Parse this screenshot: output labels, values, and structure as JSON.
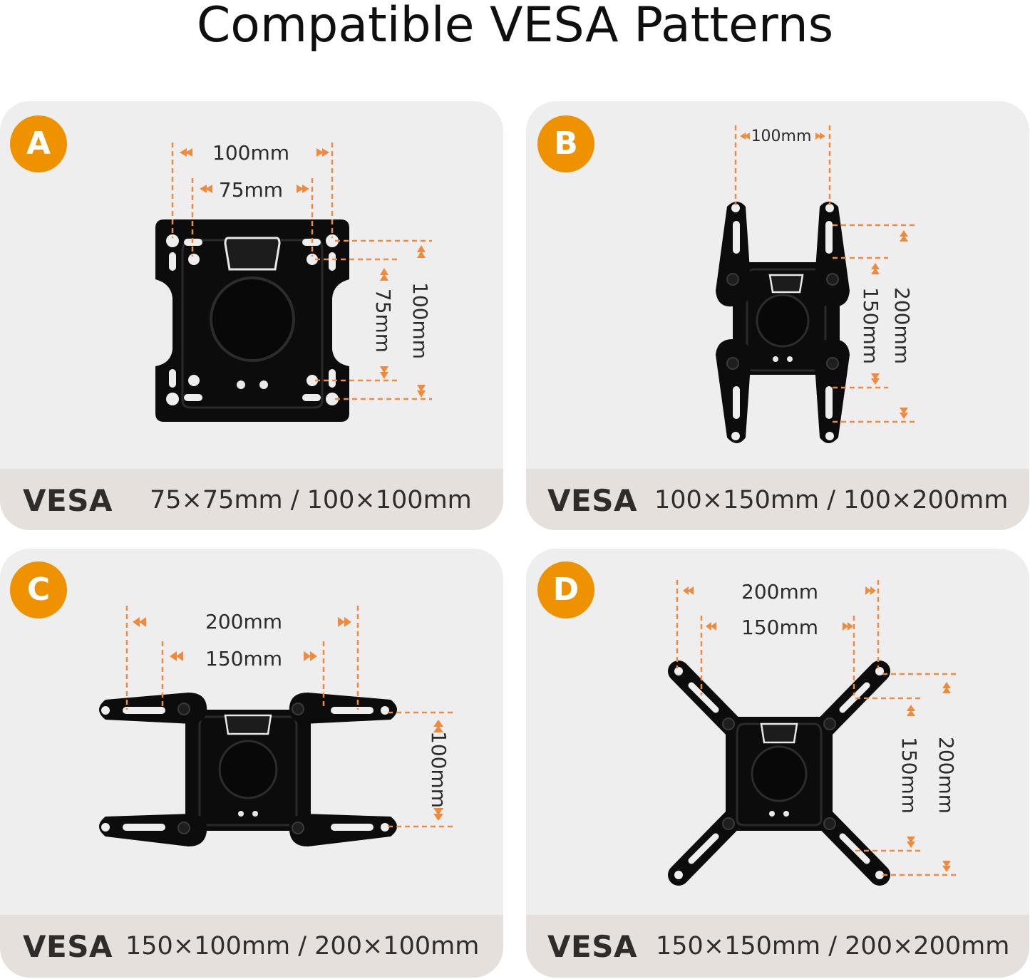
{
  "title": "Compatible VESA Patterns",
  "colors": {
    "accent": "#ee9200",
    "dimension_line": "#f08a3c",
    "mount": "#0c0c0c",
    "panel_bg": "#efeeee",
    "footer_bg": "#e6e0dc"
  },
  "panels": [
    {
      "badge": "A",
      "vesa_label": "VESA",
      "dims": "75×75mm / 100×100mm",
      "labels": {
        "w_outer": "100mm",
        "w_inner": "75mm",
        "h_inner": "75mm",
        "h_outer": "100mm"
      }
    },
    {
      "badge": "B",
      "vesa_label": "VESA",
      "dims": "100×150mm / 100×200mm",
      "labels": {
        "w": "100mm",
        "h_inner": "150mm",
        "h_outer": "200mm"
      }
    },
    {
      "badge": "C",
      "vesa_label": "VESA",
      "dims": "150×100mm / 200×100mm",
      "labels": {
        "w_outer": "200mm",
        "w_inner": "150mm",
        "h": "100mm"
      }
    },
    {
      "badge": "D",
      "vesa_label": "VESA",
      "dims": "150×150mm / 200×200mm",
      "labels": {
        "w_outer": "200mm",
        "w_inner": "150mm",
        "h_inner": "150mm",
        "h_outer": "200mm"
      }
    }
  ]
}
